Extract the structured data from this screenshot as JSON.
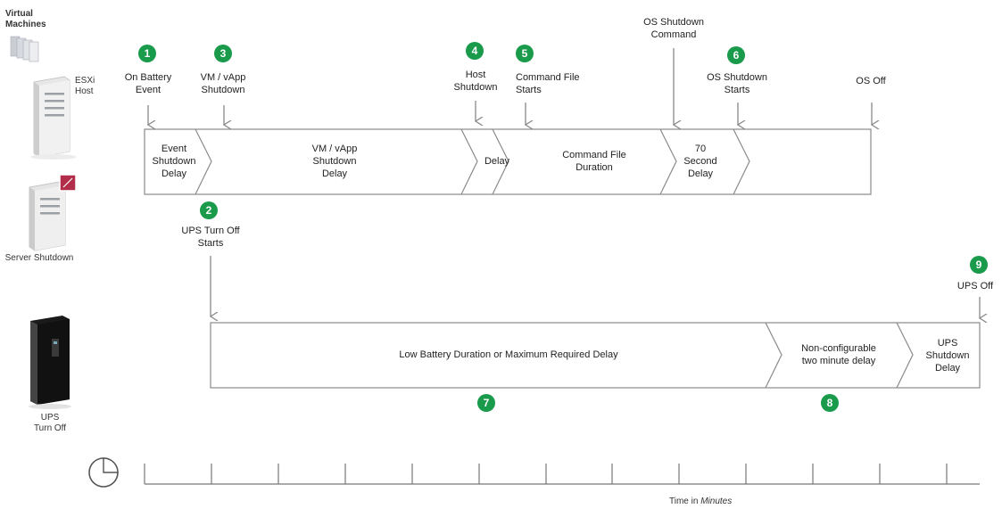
{
  "sidebar": {
    "virtual_machines": "Virtual\nMachines",
    "esxi_host": "ESXi\nHost",
    "server_shutdown": "Server Shutdown",
    "ups_turn_off": "UPS\nTurn Off"
  },
  "events": {
    "e1": {
      "num": "1",
      "label": "On Battery\nEvent"
    },
    "e2": {
      "num": "2",
      "label": "UPS Turn Off\nStarts"
    },
    "e3": {
      "num": "3",
      "label": "VM / vApp\nShutdown"
    },
    "e4": {
      "num": "4",
      "label": "Host\nShutdown"
    },
    "e5": {
      "num": "5",
      "label": "Command File\nStarts"
    },
    "os_cmd": {
      "label": "OS Shutdown\nCommand"
    },
    "e6": {
      "num": "6",
      "label": "OS Shutdown\nStarts"
    },
    "os_off": {
      "label": "OS Off"
    },
    "e7": {
      "num": "7"
    },
    "e8": {
      "num": "8"
    },
    "e9": {
      "num": "9",
      "label": "UPS Off"
    }
  },
  "server_timeline": {
    "segments": [
      "Event\nShutdown\nDelay",
      "VM / vApp\nShutdown\nDelay",
      "Delay",
      "Command File\nDuration",
      "70\nSecond\nDelay"
    ]
  },
  "ups_timeline": {
    "segments": [
      "Low Battery Duration or Maximum Required Delay",
      "Non-configurable\ntwo minute delay",
      "UPS\nShutdown\nDelay"
    ]
  },
  "axis": {
    "label_prefix": "Time in ",
    "label_unit": "Minutes"
  },
  "colors": {
    "badge": "#1a9a4b",
    "box_stroke": "#888888",
    "arrow": "#888888"
  }
}
